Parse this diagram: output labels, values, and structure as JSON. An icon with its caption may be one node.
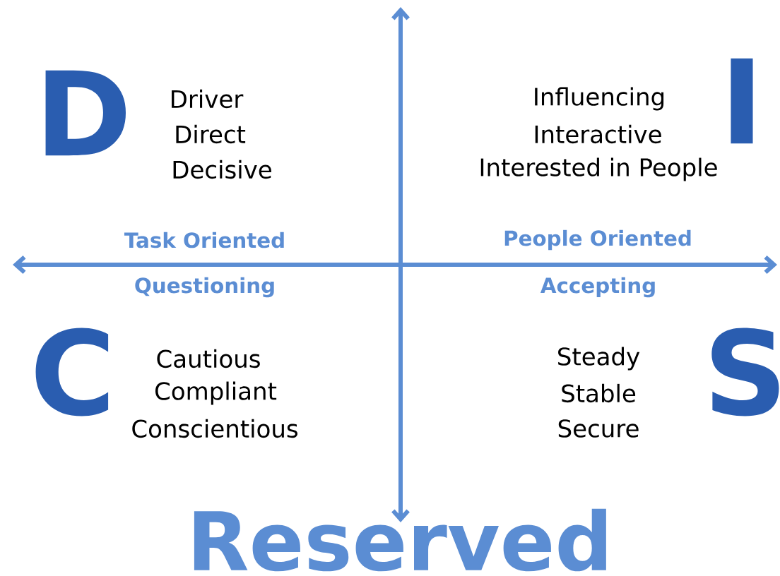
{
  "diagram": {
    "labels": [
      "D",
      "Driver",
      "Direct",
      "Decisive",
      "I",
      "Influencing",
      "Interactive",
      "Interested in People",
      "Task Oriented",
      "People Oriented",
      "Questioning",
      "Accepting",
      "C",
      "Cautious",
      "Compliant",
      "Conscientious",
      "S",
      "Steady",
      "Stable",
      "Secure",
      "Reserved"
    ]
  }
}
